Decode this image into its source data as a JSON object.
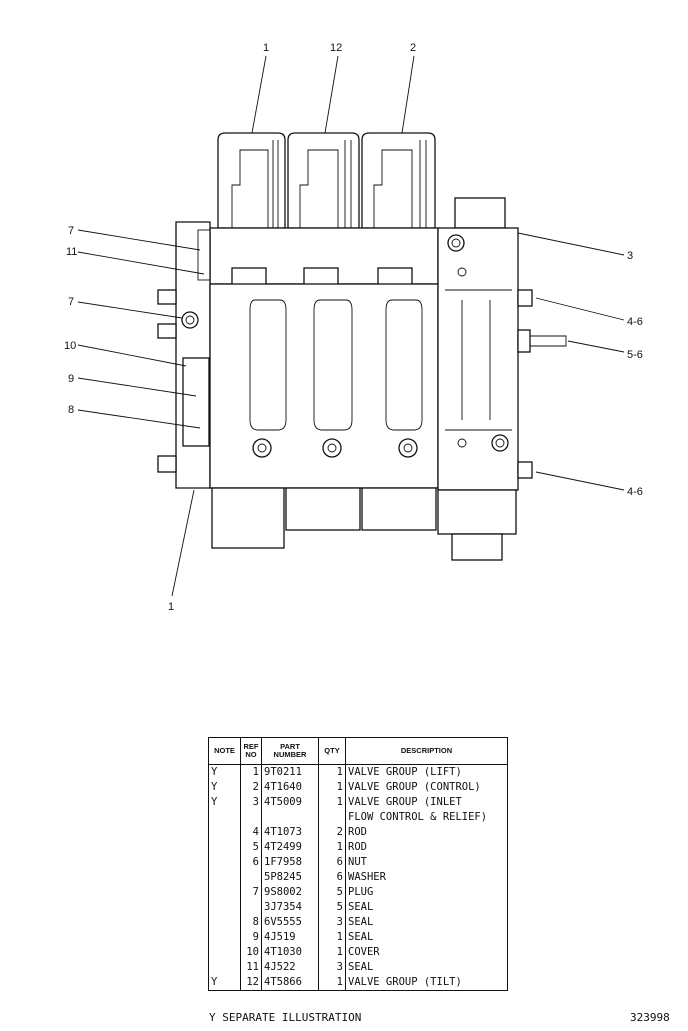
{
  "callouts": [
    "1",
    "12",
    "2",
    "3",
    "7",
    "11",
    "7",
    "4-6",
    "10",
    "5-6",
    "9",
    "8",
    "4-6",
    "1"
  ],
  "table": {
    "headers": {
      "note": "NOTE",
      "ref_l1": "REF",
      "ref_l2": "NO",
      "part_l1": "PART",
      "part_l2": "NUMBER",
      "qty": "QTY",
      "desc": "DESCRIPTION"
    },
    "rows": [
      {
        "note": "Y",
        "ref": "1",
        "part": "9T0211",
        "qty": "1",
        "desc": "VALVE GROUP (LIFT)"
      },
      {
        "note": "Y",
        "ref": "2",
        "part": "4T1640",
        "qty": "1",
        "desc": "VALVE GROUP (CONTROL)"
      },
      {
        "note": "Y",
        "ref": "3",
        "part": "4T5009",
        "qty": "1",
        "desc": "VALVE GROUP (INLET"
      },
      {
        "note": "",
        "ref": "",
        "part": "",
        "qty": "",
        "desc": "   FLOW CONTROL & RELIEF)"
      },
      {
        "note": "",
        "ref": "4",
        "part": "4T1073",
        "qty": "2",
        "desc": "ROD"
      },
      {
        "note": "",
        "ref": "5",
        "part": "4T2499",
        "qty": "1",
        "desc": "ROD"
      },
      {
        "note": "",
        "ref": "6",
        "part": "1F7958",
        "qty": "6",
        "desc": "NUT"
      },
      {
        "note": "",
        "ref": "",
        "part": "5P8245",
        "qty": "6",
        "desc": "WASHER"
      },
      {
        "note": "",
        "ref": "7",
        "part": "9S8002",
        "qty": "5",
        "desc": "PLUG"
      },
      {
        "note": "",
        "ref": "",
        "part": "3J7354",
        "qty": "5",
        "desc": "SEAL"
      },
      {
        "note": "",
        "ref": "8",
        "part": "6V5555",
        "qty": "3",
        "desc": "SEAL"
      },
      {
        "note": "",
        "ref": "9",
        "part": "4J519",
        "qty": "1",
        "desc": "SEAL"
      },
      {
        "note": "",
        "ref": "10",
        "part": "4T1030",
        "qty": "1",
        "desc": "COVER"
      },
      {
        "note": "",
        "ref": "11",
        "part": "4J522",
        "qty": "3",
        "desc": "SEAL"
      },
      {
        "note": "Y",
        "ref": "12",
        "part": "4T5866",
        "qty": "1",
        "desc": "VALVE GROUP (TILT)"
      }
    ]
  },
  "footnote": "Y   SEPARATE ILLUSTRATION",
  "drawing_number": "323998"
}
